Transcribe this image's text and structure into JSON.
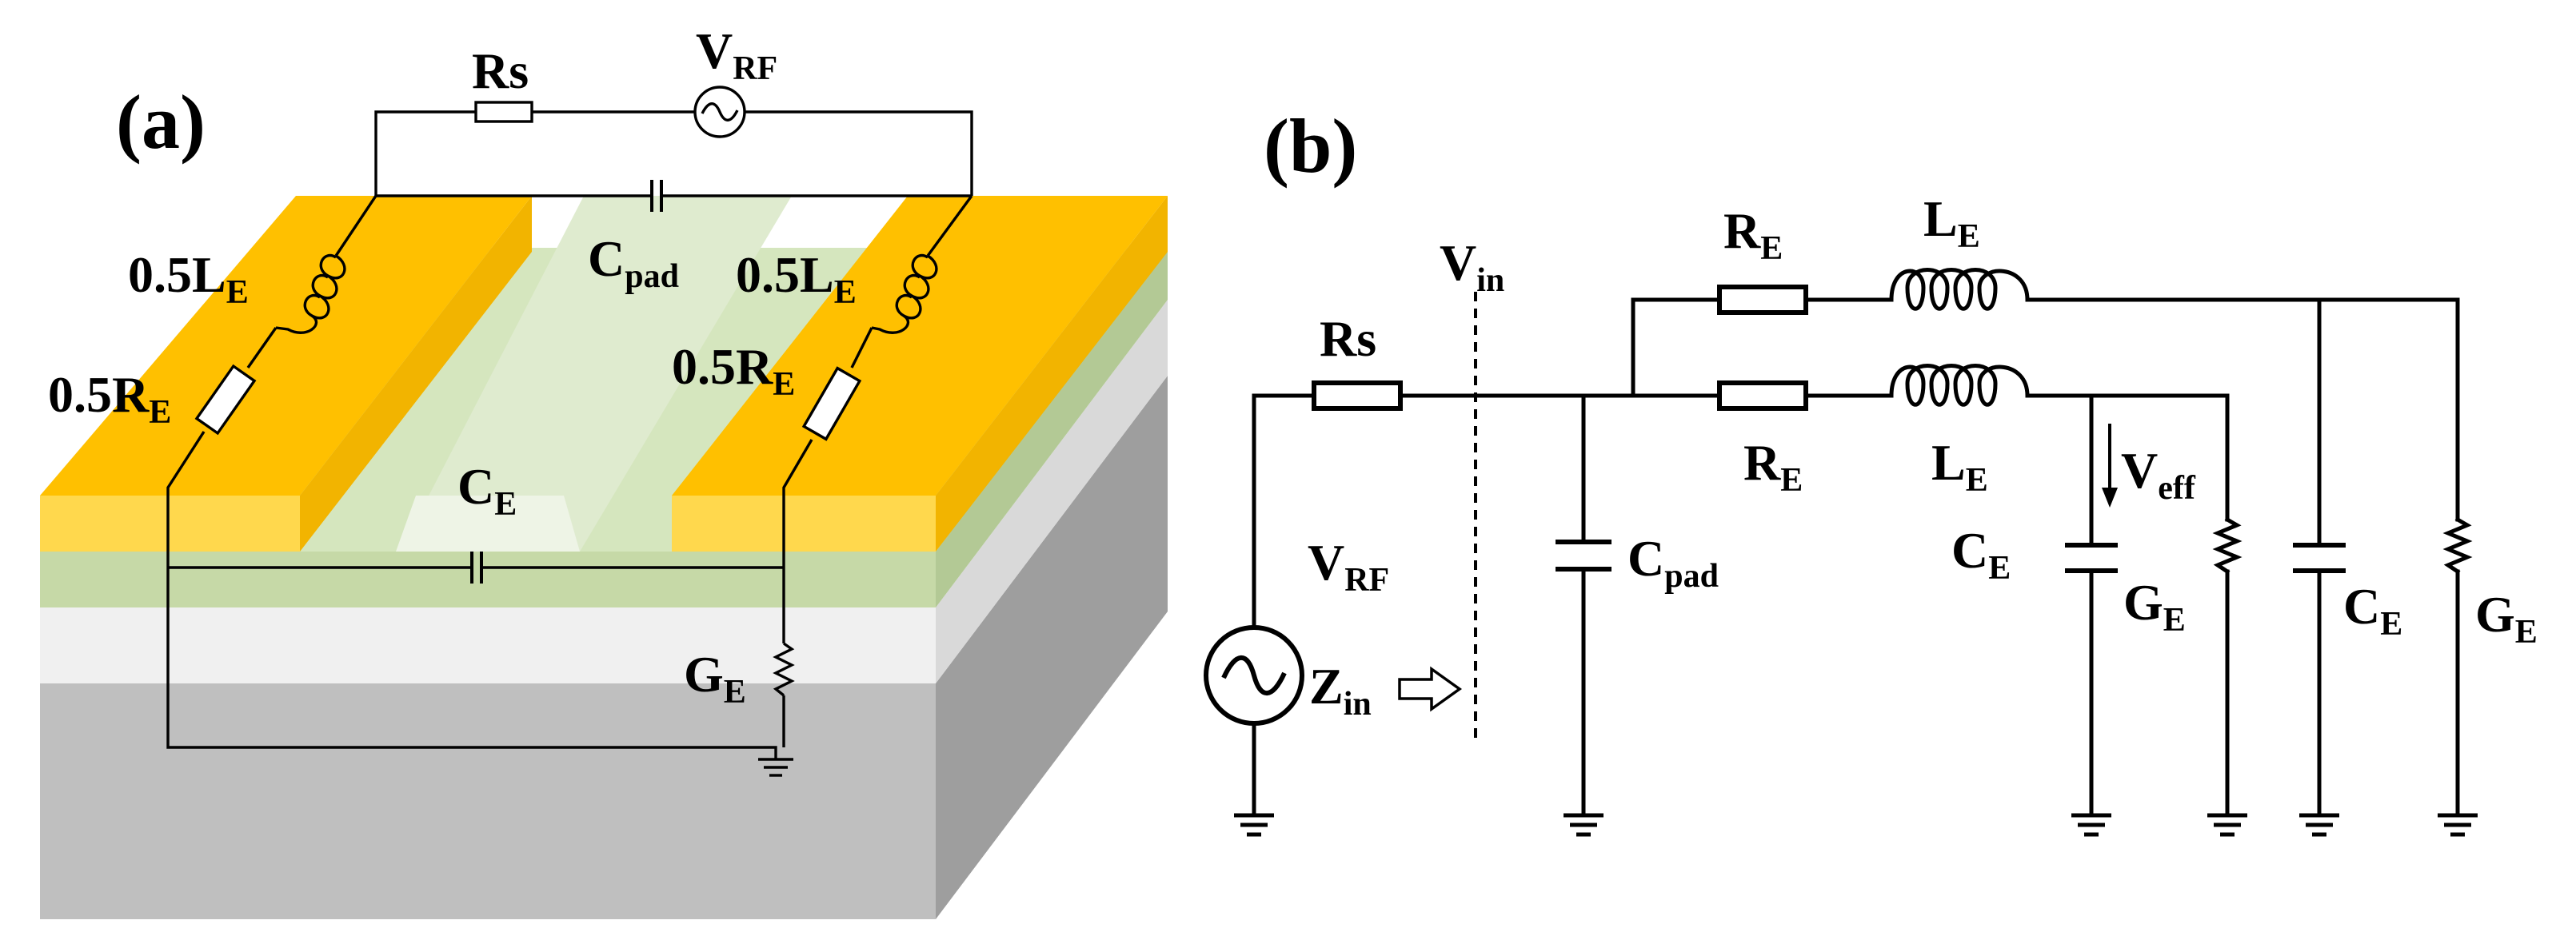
{
  "panel_a": {
    "label": "(a)",
    "rs": "Rs",
    "vrf": {
      "main": "V",
      "sub": "RF"
    },
    "cpad": {
      "main": "C",
      "sub": "pad"
    },
    "le_left": {
      "main": "0.5L",
      "sub": "E"
    },
    "le_right": {
      "main": "0.5L",
      "sub": "E"
    },
    "re_left": {
      "main": "0.5R",
      "sub": "E"
    },
    "re_right": {
      "main": "0.5R",
      "sub": "E"
    },
    "ce": {
      "main": "C",
      "sub": "E"
    },
    "ge": {
      "main": "G",
      "sub": "E"
    }
  },
  "panel_b": {
    "label": "(b)",
    "rs": "Rs",
    "vin": {
      "main": "V",
      "sub": "in"
    },
    "vrf": {
      "main": "V",
      "sub": "RF"
    },
    "zin": {
      "main": "Z",
      "sub": "in"
    },
    "cpad": {
      "main": "C",
      "sub": "pad"
    },
    "re_top": {
      "main": "R",
      "sub": "E"
    },
    "le_top": {
      "main": "L",
      "sub": "E"
    },
    "re_mid": {
      "main": "R",
      "sub": "E"
    },
    "le_mid": {
      "main": "L",
      "sub": "E"
    },
    "veff": {
      "main": "V",
      "sub": "eff"
    },
    "ce_1": {
      "main": "C",
      "sub": "E"
    },
    "ge_1": {
      "main": "G",
      "sub": "E"
    },
    "ce_2": {
      "main": "C",
      "sub": "E"
    },
    "ge_2": {
      "main": "G",
      "sub": "E"
    }
  },
  "colors": {
    "electrode_top": "#FFC000",
    "electrode_side": "#FFD84D",
    "electrode_end": "#F2B400",
    "film": "#C6D9A7",
    "film_top": "#D5E6BE",
    "gap_channel": "#DFEBCF",
    "buffer": "#F0F0F0",
    "substrate": "#BFBFBF",
    "substrate_side": "#9E9E9E"
  }
}
